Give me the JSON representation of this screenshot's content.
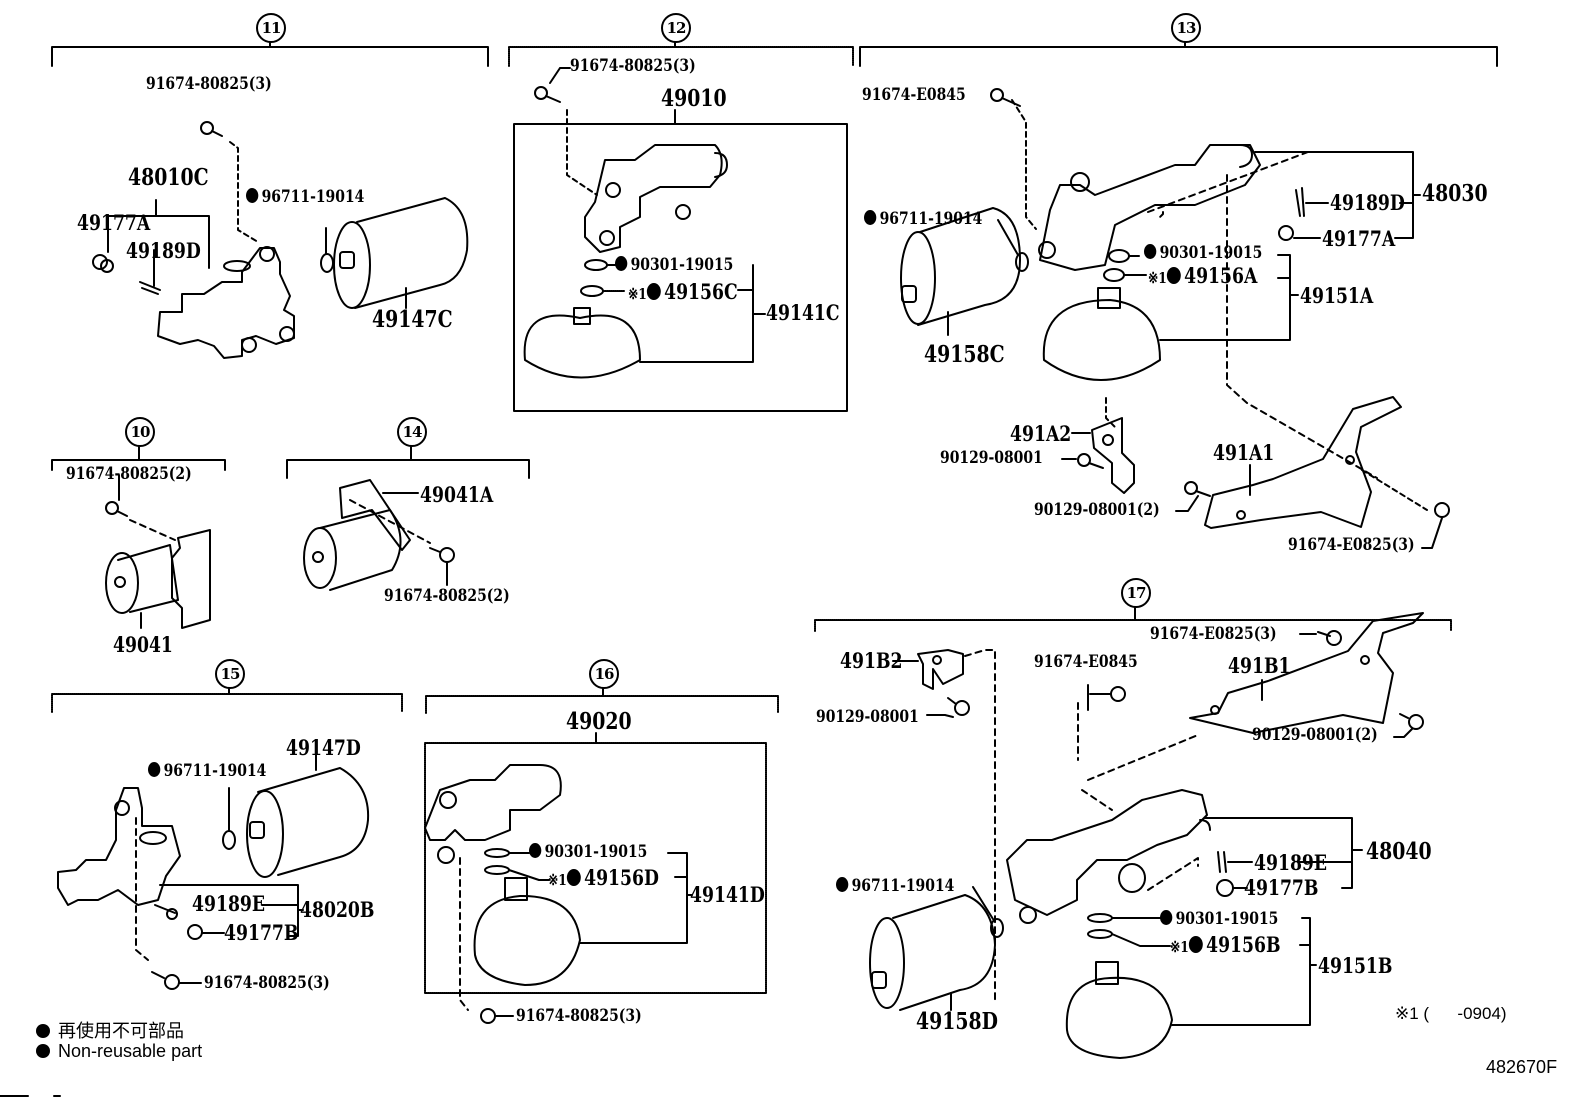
{
  "diagram": {
    "drawing_id": "482670F",
    "footnote": {
      "marker": "※1",
      "text": "※1 (      -0904)"
    },
    "legend": {
      "symbol": "filled-circle",
      "meaning_ja": "再使用不可部品",
      "meaning_en": "Non-reusable part"
    },
    "groups": [
      {
        "callout": "11",
        "parts": [
          {
            "label": "91674-80825(3)",
            "non_reusable": false
          },
          {
            "label": "48010C",
            "non_reusable": false
          },
          {
            "label": "49177A",
            "non_reusable": false
          },
          {
            "label": "49189D",
            "non_reusable": false
          },
          {
            "label": "96711-19014",
            "non_reusable": true
          },
          {
            "label": "49147C",
            "non_reusable": false
          }
        ]
      },
      {
        "callout": "12",
        "parts": [
          {
            "label": "91674-80825(3)",
            "non_reusable": false
          },
          {
            "label": "49010",
            "non_reusable": false
          },
          {
            "label": "90301-19015",
            "non_reusable": true
          },
          {
            "label": "49156C",
            "non_reusable": true,
            "note": "※1"
          },
          {
            "label": "49141C",
            "non_reusable": false
          }
        ]
      },
      {
        "callout": "13",
        "parts": [
          {
            "label": "91674-E0845",
            "non_reusable": false
          },
          {
            "label": "96711-19014",
            "non_reusable": true
          },
          {
            "label": "49158C",
            "non_reusable": false
          },
          {
            "label": "49189D",
            "non_reusable": false
          },
          {
            "label": "48030",
            "non_reusable": false
          },
          {
            "label": "49177A",
            "non_reusable": false
          },
          {
            "label": "90301-19015",
            "non_reusable": true
          },
          {
            "label": "49156A",
            "non_reusable": true,
            "note": "※1"
          },
          {
            "label": "49151A",
            "non_reusable": false
          },
          {
            "label": "491A2",
            "non_reusable": false
          },
          {
            "label": "90129-08001",
            "non_reusable": false
          },
          {
            "label": "491A1",
            "non_reusable": false
          },
          {
            "label": "90129-08001(2)",
            "non_reusable": false
          },
          {
            "label": "91674-E0825(3)",
            "non_reusable": false
          }
        ]
      },
      {
        "callout": "10",
        "parts": [
          {
            "label": "91674-80825(2)",
            "non_reusable": false
          },
          {
            "label": "49041",
            "non_reusable": false
          }
        ]
      },
      {
        "callout": "14",
        "parts": [
          {
            "label": "49041A",
            "non_reusable": false
          },
          {
            "label": "91674-80825(2)",
            "non_reusable": false
          }
        ]
      },
      {
        "callout": "15",
        "parts": [
          {
            "label": "49147D",
            "non_reusable": false
          },
          {
            "label": "96711-19014",
            "non_reusable": true
          },
          {
            "label": "49189E",
            "non_reusable": false
          },
          {
            "label": "48020B",
            "non_reusable": false
          },
          {
            "label": "49177B",
            "non_reusable": false
          },
          {
            "label": "91674-80825(3)",
            "non_reusable": false
          }
        ]
      },
      {
        "callout": "16",
        "parts": [
          {
            "label": "49020",
            "non_reusable": false
          },
          {
            "label": "90301-19015",
            "non_reusable": true
          },
          {
            "label": "49156D",
            "non_reusable": true,
            "note": "※1"
          },
          {
            "label": "49141D",
            "non_reusable": false
          },
          {
            "label": "91674-80825(3)",
            "non_reusable": false
          }
        ]
      },
      {
        "callout": "17",
        "parts": [
          {
            "label": "91674-E0825(3)",
            "non_reusable": false
          },
          {
            "label": "491B2",
            "non_reusable": false
          },
          {
            "label": "91674-E0845",
            "non_reusable": false
          },
          {
            "label": "491B1",
            "non_reusable": false
          },
          {
            "label": "90129-08001",
            "non_reusable": false
          },
          {
            "label": "90129-08001(2)",
            "non_reusable": false
          },
          {
            "label": "49189E",
            "non_reusable": false
          },
          {
            "label": "48040",
            "non_reusable": false
          },
          {
            "label": "49177B",
            "non_reusable": false
          },
          {
            "label": "96711-19014",
            "non_reusable": true
          },
          {
            "label": "90301-19015",
            "non_reusable": true
          },
          {
            "label": "49156B",
            "non_reusable": true,
            "note": "※1"
          },
          {
            "label": "49151B",
            "non_reusable": false
          },
          {
            "label": "49158D",
            "non_reusable": false
          }
        ]
      }
    ]
  }
}
